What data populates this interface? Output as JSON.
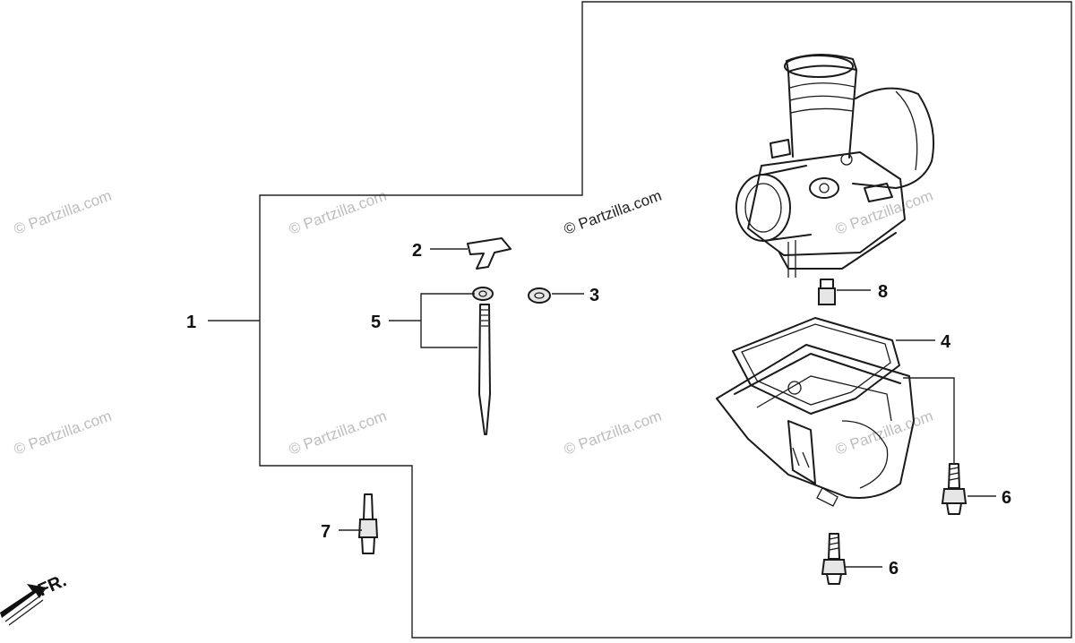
{
  "watermark": "© Partzilla.com",
  "direction_label": "FR.",
  "callouts": [
    {
      "num": "1",
      "part": "carburetor-assembly"
    },
    {
      "num": "2",
      "part": "needle-clip"
    },
    {
      "num": "3",
      "part": "needle-washer"
    },
    {
      "num": "4",
      "part": "float-chamber-gasket"
    },
    {
      "num": "5",
      "part": "jet-needle-set"
    },
    {
      "num": "6",
      "part": "float-chamber-screw"
    },
    {
      "num": "6",
      "part": "float-chamber-screw-lower"
    },
    {
      "num": "7",
      "part": "main-jet"
    },
    {
      "num": "8",
      "part": "pilot-jet"
    }
  ]
}
